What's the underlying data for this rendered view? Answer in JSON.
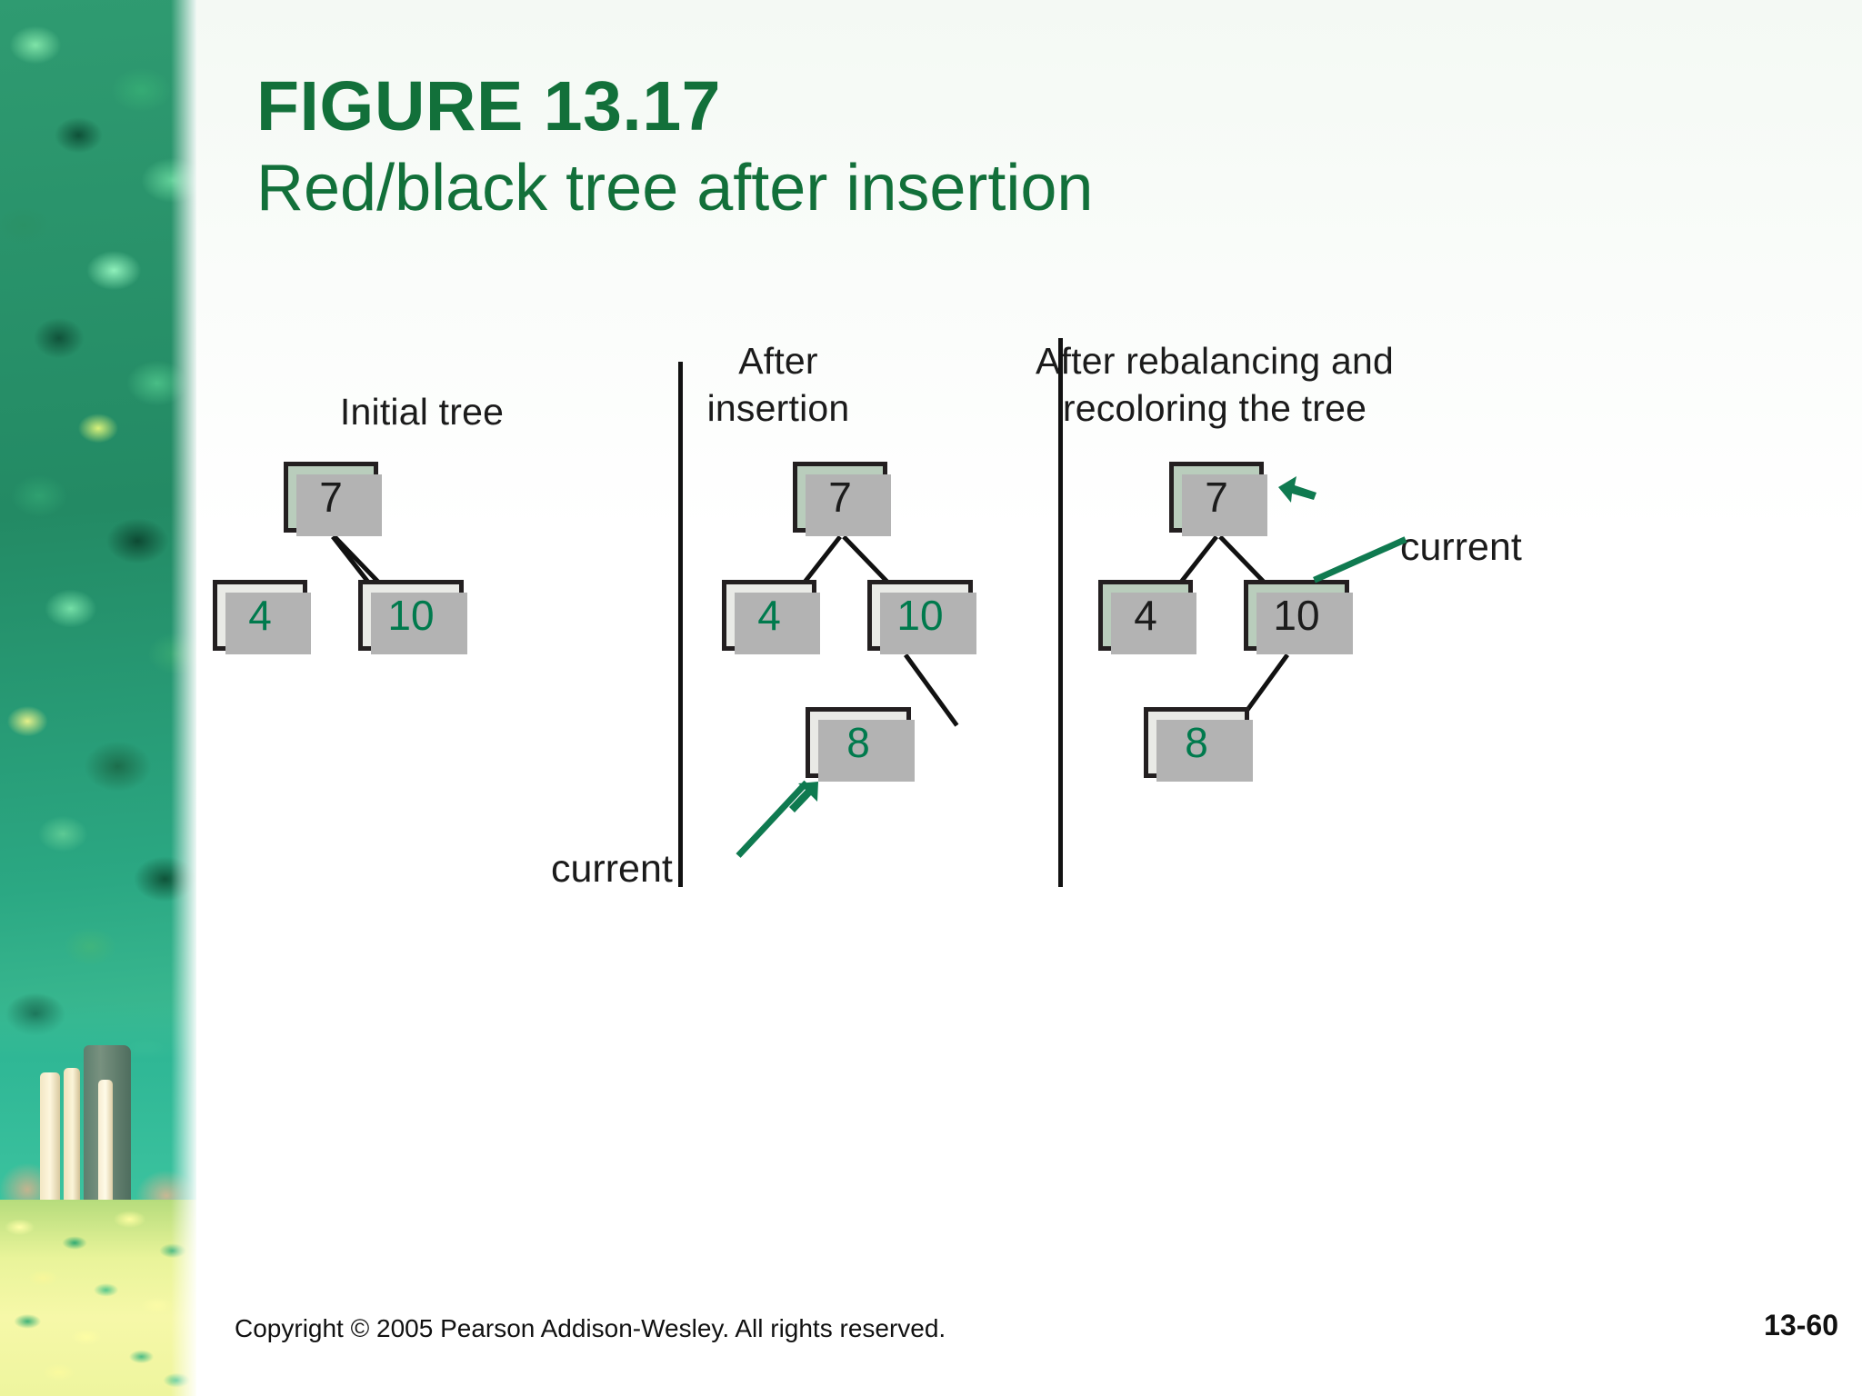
{
  "slide": {
    "title": "FIGURE 13.17",
    "subtitle": "Red/black tree after insertion",
    "title_color": "#12703a"
  },
  "figure": {
    "columns": [
      {
        "id": "initial",
        "heading_line1": "Initial tree",
        "heading_line2": ""
      },
      {
        "id": "after-insertion",
        "heading_line1": "After",
        "heading_line2": "insertion"
      },
      {
        "id": "after-rebalance",
        "heading_line1": "After rebalancing and",
        "heading_line2": "recoloring the tree"
      }
    ],
    "colors": {
      "black_node_fill": "#b9cdbc",
      "red_node_fill": "#e9eae6",
      "node_border": "#231f20",
      "node_shadow": "#b3b3b3",
      "green_text": "#007a4d",
      "dark_text": "#1c1c1c",
      "arrow_green": "#0f7a50"
    },
    "trees": [
      {
        "id": "initial",
        "nodes": [
          {
            "key": "7",
            "color": "black"
          },
          {
            "key": "4",
            "color": "red"
          },
          {
            "key": "10",
            "color": "red"
          }
        ],
        "edges": [
          [
            "7",
            "4"
          ],
          [
            "7",
            "10"
          ]
        ],
        "annotation": null
      },
      {
        "id": "after-insertion",
        "nodes": [
          {
            "key": "7",
            "color": "black"
          },
          {
            "key": "4",
            "color": "red"
          },
          {
            "key": "10",
            "color": "red"
          },
          {
            "key": "8",
            "color": "red"
          }
        ],
        "edges": [
          [
            "7",
            "4"
          ],
          [
            "7",
            "10"
          ],
          [
            "10",
            "8"
          ]
        ],
        "annotation": {
          "label": "current",
          "points_to": "8",
          "direction": "up-right"
        }
      },
      {
        "id": "after-rebalance",
        "nodes": [
          {
            "key": "7",
            "color": "black"
          },
          {
            "key": "4",
            "color": "black"
          },
          {
            "key": "10",
            "color": "black"
          },
          {
            "key": "8",
            "color": "red"
          }
        ],
        "edges": [
          [
            "7",
            "4"
          ],
          [
            "7",
            "10"
          ],
          [
            "10",
            "8"
          ]
        ],
        "annotation": {
          "label": "current",
          "points_to": "7",
          "direction": "up-left"
        }
      }
    ]
  },
  "footer": {
    "copyright": "Copyright © 2005 Pearson Addison-Wesley. All rights reserved.",
    "page": "13-60"
  }
}
